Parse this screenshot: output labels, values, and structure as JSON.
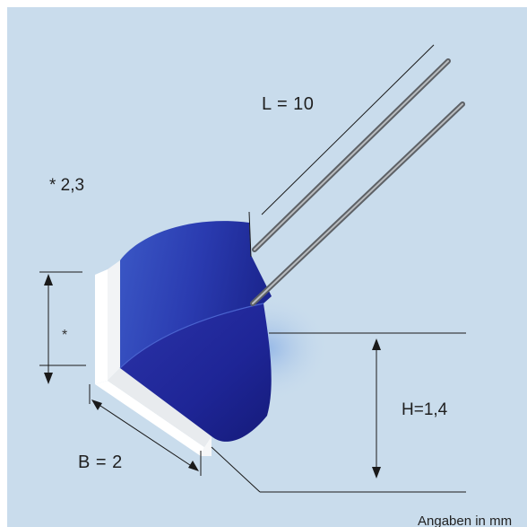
{
  "diagram": {
    "length_label": "L = 10",
    "star_dimension_label": "* 2,3",
    "star_marker": "*",
    "height_label": "H=1,4",
    "width_label": "B = 2",
    "units_note": "Angaben in mm"
  },
  "colors": {
    "background": "#c9dcec",
    "body_blue": "#2a3eb4",
    "base_white": "#ffffff",
    "lead_grey": "#8a8e92",
    "dimension_line": "#1a1a1a"
  }
}
